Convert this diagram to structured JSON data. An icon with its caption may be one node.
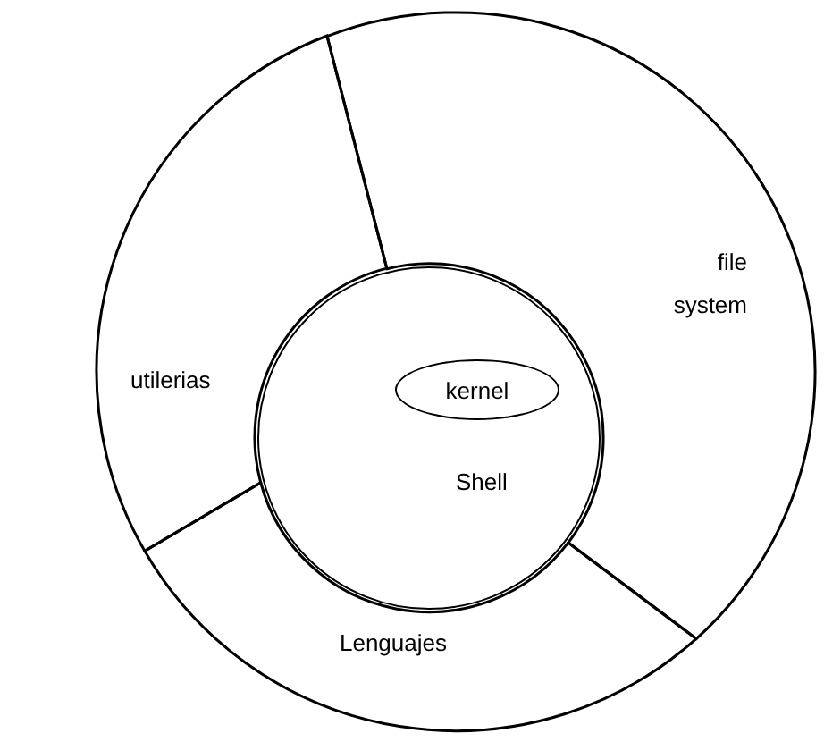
{
  "diagram": {
    "nodes": [
      {
        "text": [
          "file system"
        ]
      },
      {
        "text": [
          "utilerias"
        ]
      },
      {
        "text": [
          "Shell"
        ]
      },
      {
        "text": [
          "kernel"
        ],
        "in": 2
      },
      {
        "text": [
          "Lenguajes"
        ]
      }
    ],
    "edges": []
  }
}
